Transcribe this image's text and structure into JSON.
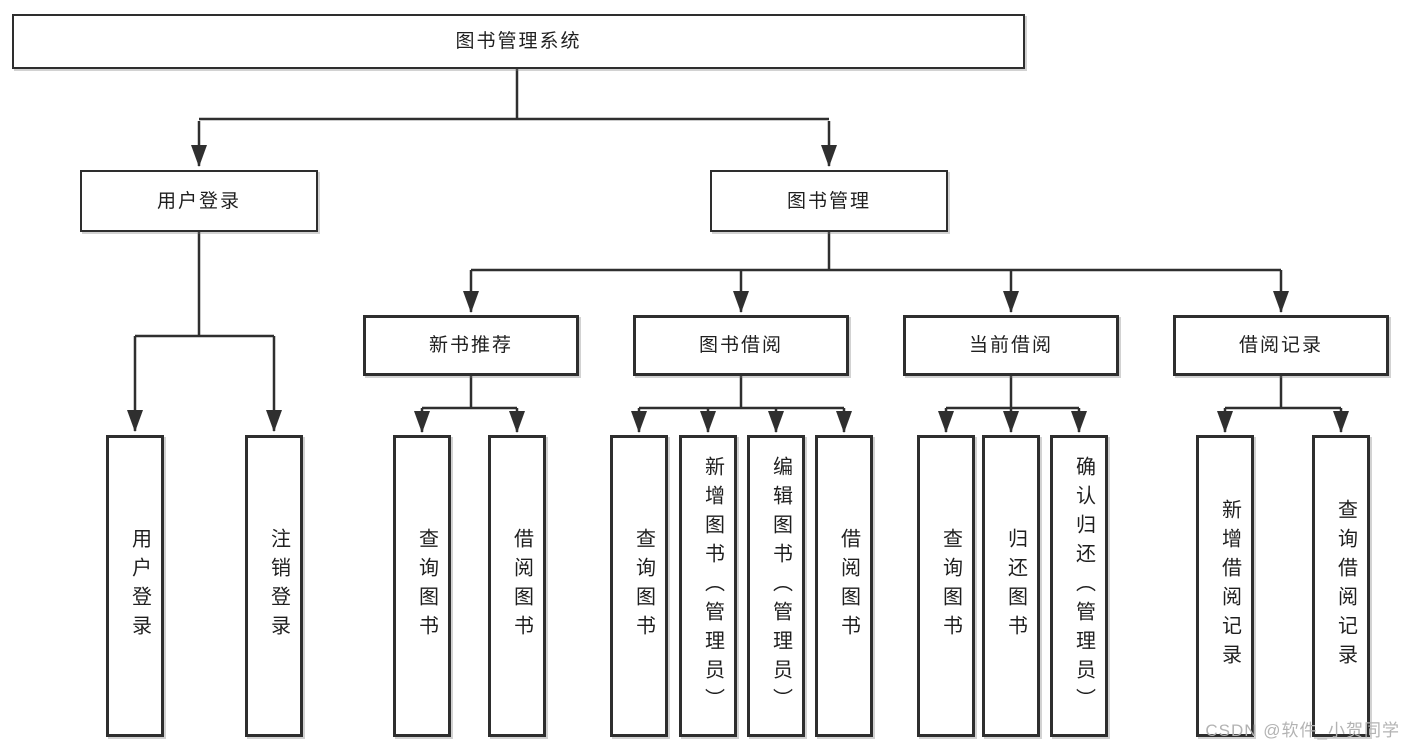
{
  "tree": {
    "root": {
      "label": "图书管理系统"
    },
    "branches": [
      {
        "label": "用户登录",
        "children": [
          {
            "label": "用户登录"
          },
          {
            "label": "注销登录"
          }
        ]
      },
      {
        "label": "图书管理",
        "groups": [
          {
            "label": "新书推荐",
            "children": [
              {
                "label": "查询图书"
              },
              {
                "label": "借阅图书"
              }
            ]
          },
          {
            "label": "图书借阅",
            "children": [
              {
                "label": "查询图书"
              },
              {
                "label": "新增图书（管理员）"
              },
              {
                "label": "编辑图书（管理员）"
              },
              {
                "label": "借阅图书"
              }
            ]
          },
          {
            "label": "当前借阅",
            "children": [
              {
                "label": "查询图书"
              },
              {
                "label": "归还图书"
              },
              {
                "label": "确认归还（管理员）"
              }
            ]
          },
          {
            "label": "借阅记录",
            "children": [
              {
                "label": "新增借阅记录"
              },
              {
                "label": "查询借阅记录"
              }
            ]
          }
        ]
      }
    ]
  },
  "watermark": {
    "text": "CSDN @软件_小贺同学"
  },
  "colors": {
    "line": "#2f2f2f",
    "box_border": "#2e2e2e",
    "text": "#1f1f1f",
    "watermark": "#b3b3b3",
    "background": "#ffffff"
  }
}
